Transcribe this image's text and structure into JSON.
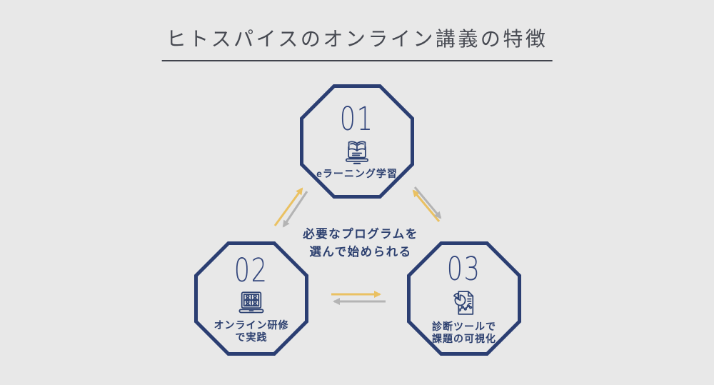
{
  "page": {
    "title": "ヒトスパイスのオンライン講義の特徴"
  },
  "center_note": {
    "line1": "必要なプログラムを",
    "line2": "選んで始められる"
  },
  "nodes": [
    {
      "number": "01",
      "label_lines": [
        "eラーニング学習"
      ],
      "icon": "laptop-open-book-icon"
    },
    {
      "number": "02",
      "label_lines": [
        "オンライン研修",
        "で実践"
      ],
      "icon": "laptop-video-call-icon"
    },
    {
      "number": "03",
      "label_lines": [
        "診断ツールで",
        "課題の可視化"
      ],
      "icon": "report-pie-chart-icon"
    }
  ],
  "arrows": [
    {
      "between": "02-01",
      "color": "#eac162",
      "pointing": "up-toward-01"
    },
    {
      "between": "01-02",
      "color": "#b4b4b4",
      "pointing": "down-toward-02"
    },
    {
      "between": "03-01",
      "color": "#eac162",
      "pointing": "up-toward-01"
    },
    {
      "between": "01-03",
      "color": "#b4b4b4",
      "pointing": "down-toward-03"
    },
    {
      "between": "02-03",
      "color": "#eac162",
      "pointing": "right-toward-03"
    },
    {
      "between": "03-02",
      "color": "#b4b4b4",
      "pointing": "left-toward-02"
    }
  ],
  "colors": {
    "background": "#e8e8e8",
    "octagon_border": "#2b3e72",
    "number": "#33467c",
    "label": "#2e4170",
    "title": "#474a52",
    "arrow_yellow": "#eac162",
    "arrow_gray": "#b4b4b4"
  }
}
